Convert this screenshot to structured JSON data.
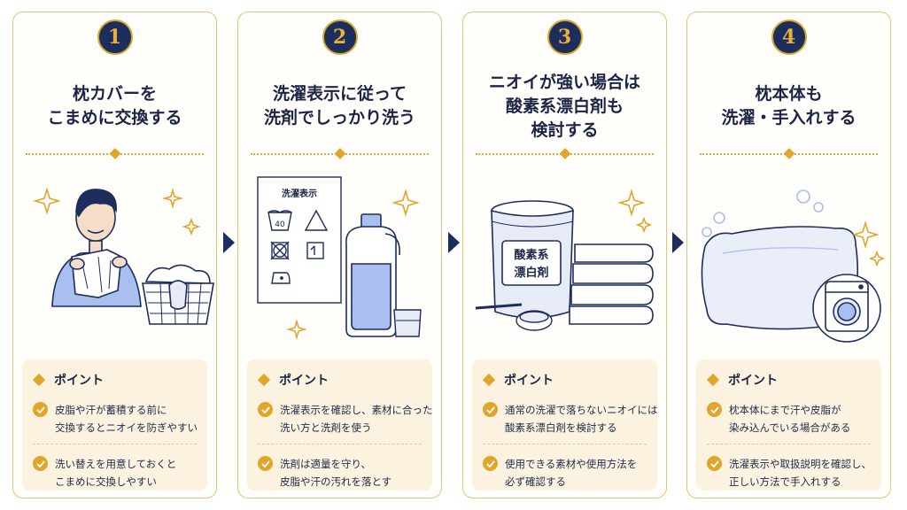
{
  "steps": [
    {
      "number": "1",
      "title_lines": [
        "枕カバーを",
        "こまめに交換する"
      ],
      "points_heading": "ポイント",
      "points": [
        [
          "皮脂や汗が蓄積する前に",
          "交換するとニオイを防ぎやすい"
        ],
        [
          "洗い替えを用意しておくと",
          "こまめに交換しやすい"
        ]
      ]
    },
    {
      "number": "2",
      "title_lines": [
        "洗濯表示に従って",
        "洗剤でしっかり洗う"
      ],
      "care_label_title": "洗濯表示",
      "wash_temp": "40",
      "points_heading": "ポイント",
      "points": [
        [
          "洗濯表示を確認し、素材に合った",
          "洗い方と洗剤を使う"
        ],
        [
          "洗剤は適量を守り、",
          "皮脂や汗の汚れを落とす"
        ]
      ]
    },
    {
      "number": "3",
      "title_lines": [
        "ニオイが強い場合は",
        "酸素系漂白剤も",
        "検討する"
      ],
      "bleach_label_lines": [
        "酸素系",
        "漂白剤"
      ],
      "points_heading": "ポイント",
      "points": [
        [
          "通常の洗濯で落ちないニオイには",
          "酸素系漂白剤を検討する"
        ],
        [
          "使用できる素材や使用方法を",
          "必ず確認する"
        ]
      ]
    },
    {
      "number": "4",
      "title_lines": [
        "枕本体も",
        "洗濯・手入れする"
      ],
      "points_heading": "ポイント",
      "points": [
        [
          "枕本体にまで汗や皮脂が",
          "染み込んでいる場合がある"
        ],
        [
          "洗濯表示や取扱説明を確認し、",
          "正しい方法で手入れする"
        ]
      ]
    }
  ],
  "icons": {
    "step1": [
      "man-holding-pillowcase-icon",
      "laundry-basket-icon",
      "sparkle-icon"
    ],
    "step2": [
      "care-label-icon",
      "detergent-bottle-icon",
      "measuring-cup-icon",
      "sparkle-icon"
    ],
    "step3": [
      "bleach-container-icon",
      "folded-towels-icon",
      "measuring-scoop-icon",
      "sparkle-icon"
    ],
    "step4": [
      "pillow-icon",
      "washing-machine-icon",
      "bubble-icon",
      "sparkle-icon"
    ],
    "points": [
      "diamond-bullet-icon",
      "check-circle-icon"
    ],
    "connector": "next-arrow-icon"
  },
  "colors": {
    "navy": "#1d2d5c",
    "gold": "#e0a52b",
    "card_border": "#e3c56e",
    "points_bg": "#fbf3df",
    "illustration_blue": "#a9bff0"
  }
}
